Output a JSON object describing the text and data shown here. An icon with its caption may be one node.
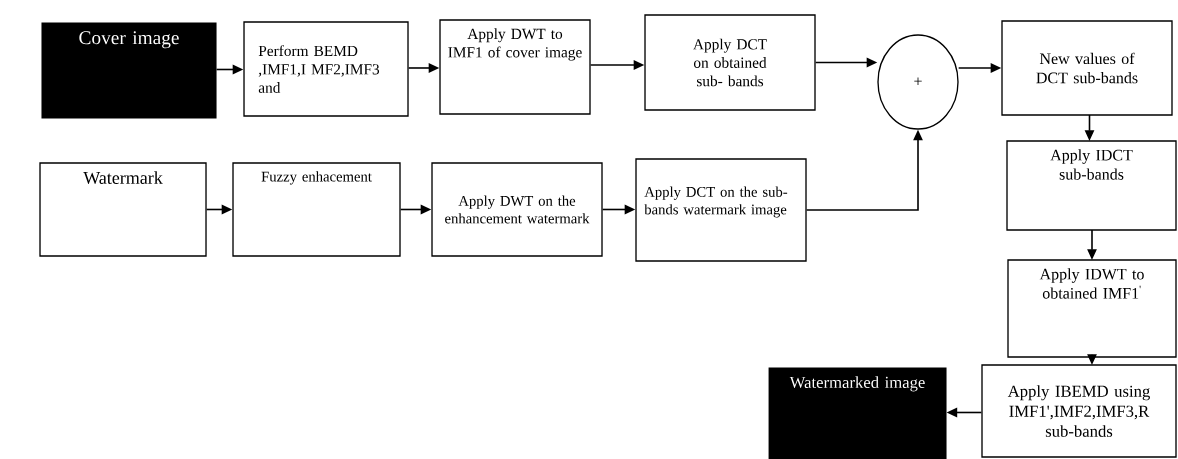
{
  "diagram": {
    "nodes": [
      {
        "text": [
          "Cover image"
        ]
      },
      {
        "text": [
          "Perform BEMD ,IMF1,I MF2,IMF3 and"
        ]
      },
      {
        "text": [
          "Apply DWT to IMF1 of cover image"
        ]
      },
      {
        "text": [
          "Apply DCT on obtained sub- bands"
        ]
      },
      {
        "text": [
          "+"
        ]
      },
      {
        "text": [
          "New values of DCT sub-bands"
        ]
      },
      {
        "text": [
          "Apply IDCT sub-bands"
        ]
      },
      {
        "text": [
          "Apply IDWT to obtained IMF1$^{'}$"
        ]
      },
      {
        "text": [
          "Apply IBEMD using IMF1',IMF2,IMF3,R sub-bands"
        ]
      },
      {
        "text": [
          "Watermarked image"
        ]
      },
      {
        "text": [
          "Watermark"
        ]
      },
      {
        "text": [
          "Fuzzy enhacement"
        ]
      },
      {
        "text": [
          "Apply DWT on the enhancement watermark"
        ]
      },
      {
        "text": [
          "Apply DCT on the sub-bands watermark image"
        ]
      }
    ],
    "edges": [
      {
        "from": 0,
        "to": 1,
        "arrow": "to"
      },
      {
        "from": 1,
        "to": 2,
        "arrow": "to"
      },
      {
        "from": 2,
        "to": 3,
        "arrow": "to"
      },
      {
        "from": 3,
        "to": 4,
        "arrow": "to"
      },
      {
        "from": 4,
        "to": 5,
        "arrow": "to"
      },
      {
        "from": 5,
        "to": 6,
        "arrow": "to"
      },
      {
        "from": 6,
        "to": 7,
        "arrow": "to"
      },
      {
        "from": 7,
        "to": 8,
        "arrow": "to"
      },
      {
        "from": 8,
        "to": 9,
        "arrow": "to"
      },
      {
        "from": 10,
        "to": 11,
        "arrow": "to"
      },
      {
        "from": 11,
        "to": 12,
        "arrow": "to"
      },
      {
        "from": 12,
        "to": 13,
        "arrow": "to"
      },
      {
        "from": 13,
        "to": 4,
        "arrow": "to"
      }
    ]
  }
}
